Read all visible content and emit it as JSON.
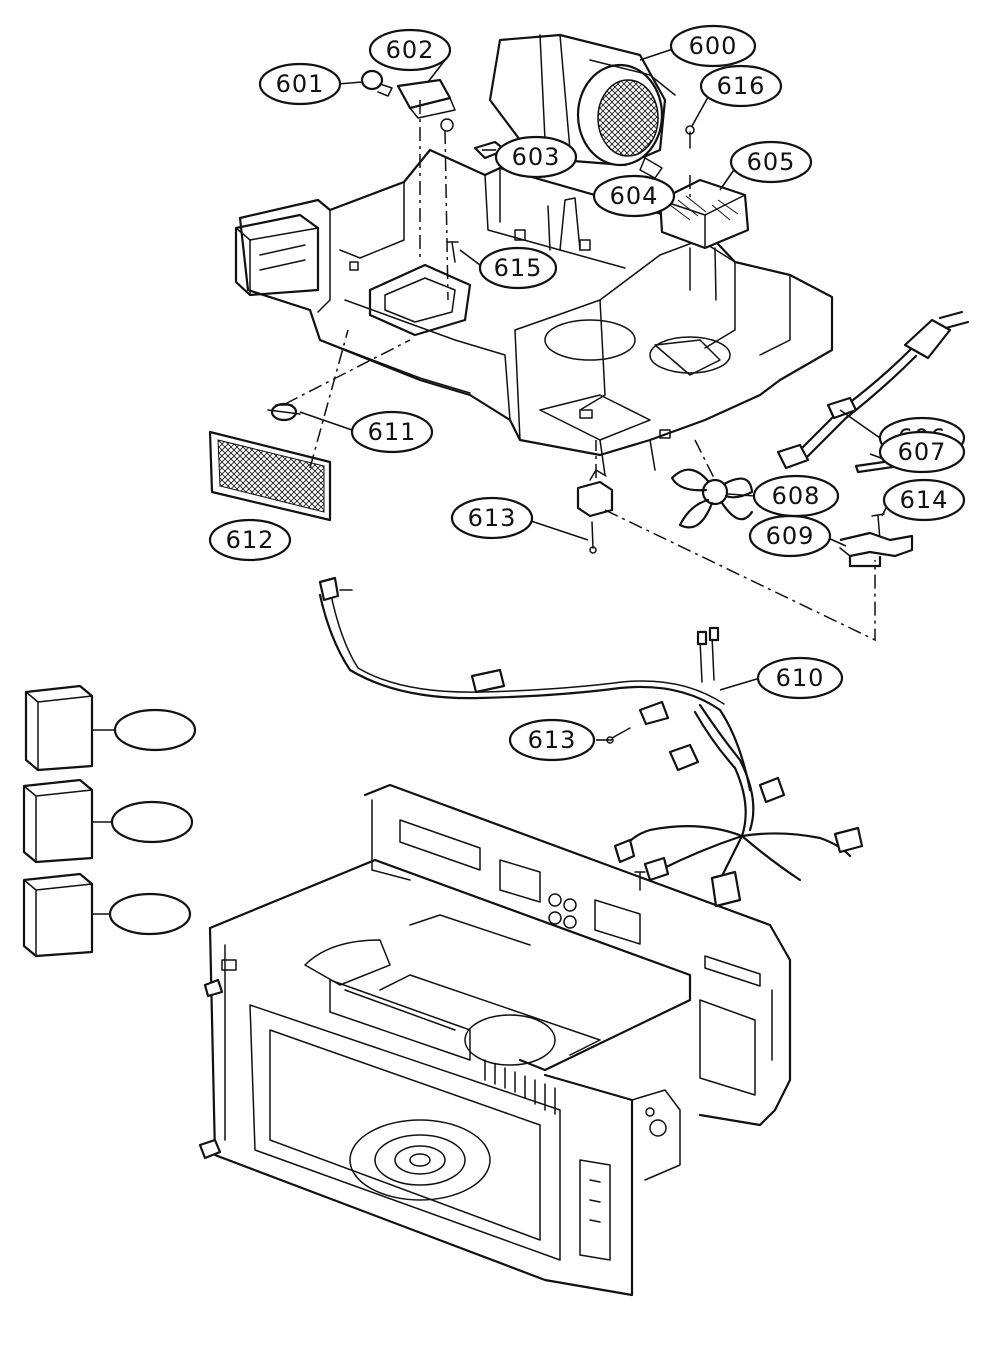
{
  "callouts": [
    {
      "id": "600",
      "label": "600"
    },
    {
      "id": "601",
      "label": "601"
    },
    {
      "id": "602",
      "label": "602"
    },
    {
      "id": "603",
      "label": "603"
    },
    {
      "id": "604",
      "label": "604"
    },
    {
      "id": "605",
      "label": "605"
    },
    {
      "id": "606",
      "label": "606"
    },
    {
      "id": "607",
      "label": "607"
    },
    {
      "id": "608",
      "label": "608"
    },
    {
      "id": "609",
      "label": "609"
    },
    {
      "id": "610",
      "label": "610"
    },
    {
      "id": "611",
      "label": "611"
    },
    {
      "id": "612",
      "label": "612"
    },
    {
      "id": "613a",
      "label": "613"
    },
    {
      "id": "613b",
      "label": "613"
    },
    {
      "id": "614",
      "label": "614"
    },
    {
      "id": "615",
      "label": "615"
    },
    {
      "id": "616",
      "label": "616"
    }
  ],
  "blank_callouts": [
    {
      "id": "box-1",
      "label": ""
    },
    {
      "id": "box-2",
      "label": ""
    },
    {
      "id": "box-3",
      "label": ""
    }
  ]
}
